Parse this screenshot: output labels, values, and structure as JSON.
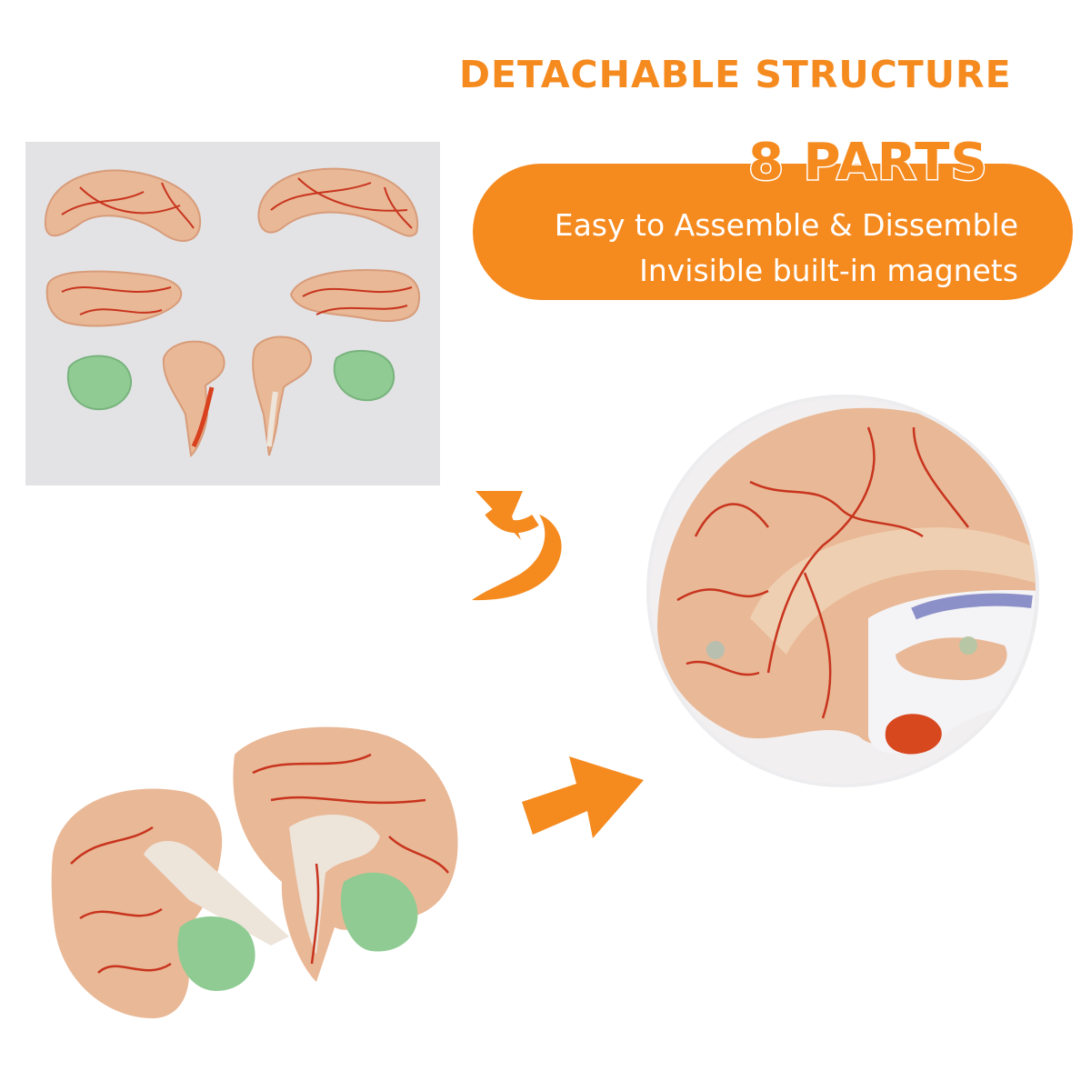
{
  "header": {
    "title": "DETACHABLE STRUCTURE"
  },
  "feature_pill": {
    "badge": "8 PARTS",
    "line1": "Easy to Assemble & Dissemble",
    "line2": "Invisible built-in magnets"
  },
  "colors": {
    "accent_orange": "#F58A1F",
    "panel_gray": "#E3E3E5",
    "brain_tissue": "#E9B896",
    "artery_red": "#C8341E",
    "cerebellum_green": "#8FCB93"
  },
  "parts_panel": {
    "pieces": [
      "left-frontal-parietal-lobe",
      "right-frontal-parietal-lobe",
      "left-temporal-occipital-lobe",
      "right-temporal-occipital-lobe",
      "left-cerebellum",
      "left-brainstem-half",
      "right-brainstem-half",
      "right-cerebellum"
    ]
  },
  "icons": [
    "curved-arrow-icon",
    "right-arrow-icon"
  ]
}
